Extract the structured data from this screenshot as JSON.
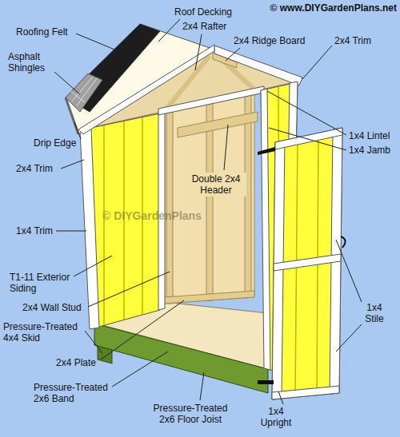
{
  "diagram": {
    "labels": [
      "© www.DIYGardenPlans.net",
      "Roof Decking",
      "2x4 Rafter",
      "2x4 Ridge Board",
      "Roofing Felt",
      "Asphalt Shingles",
      "2x4 Trim",
      "1x4 Lintel",
      "1x4 Jamb",
      "Drip Edge",
      "Double 2x4 Header",
      "2x4 Trim",
      "1x4 Trim",
      "© DIYGardenPlans",
      "T1-11 Exterior Siding",
      "2x4 Wall Stud",
      "Pressure-Treated 4x4 Skid",
      "2x4 Plate",
      "Pressure-Treated 2x6 Band",
      "Pressure-Treated 2x6 Floor Joist",
      "1x4 Upright",
      "1x4 Stile"
    ]
  }
}
